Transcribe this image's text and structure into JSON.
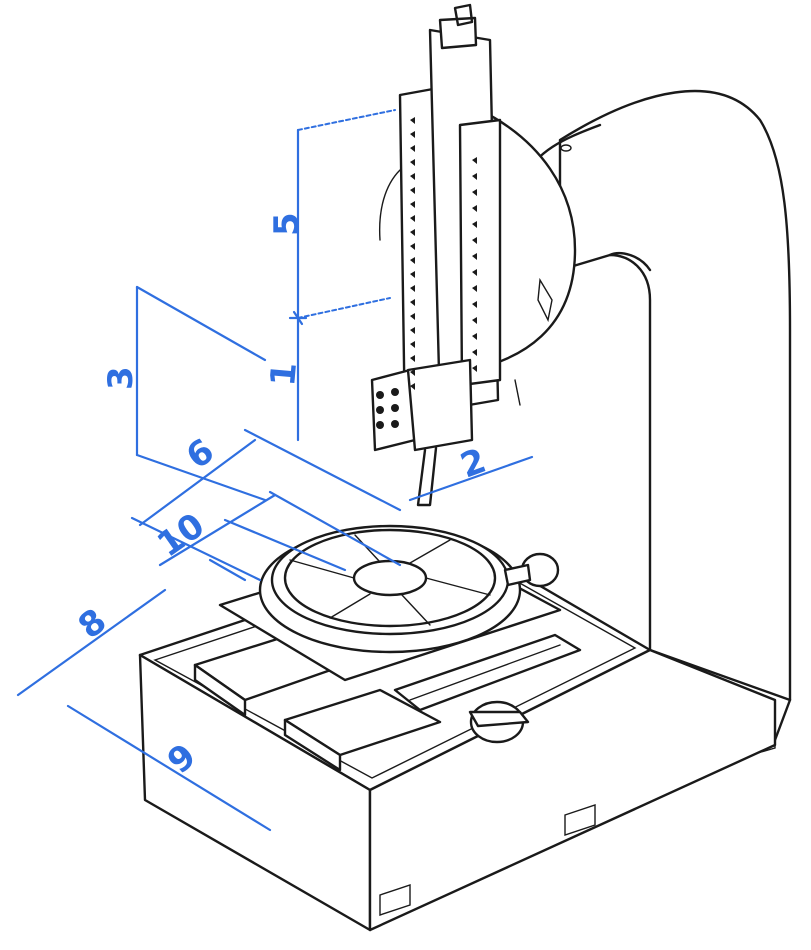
{
  "accent_color": "#2f6fe0",
  "line_color": "#1a1a1a",
  "labels": {
    "d1": "1",
    "d2": "2",
    "d3": "3",
    "d5": "5",
    "d6": "6",
    "d8": "8",
    "d9": "9",
    "d10": "10"
  }
}
